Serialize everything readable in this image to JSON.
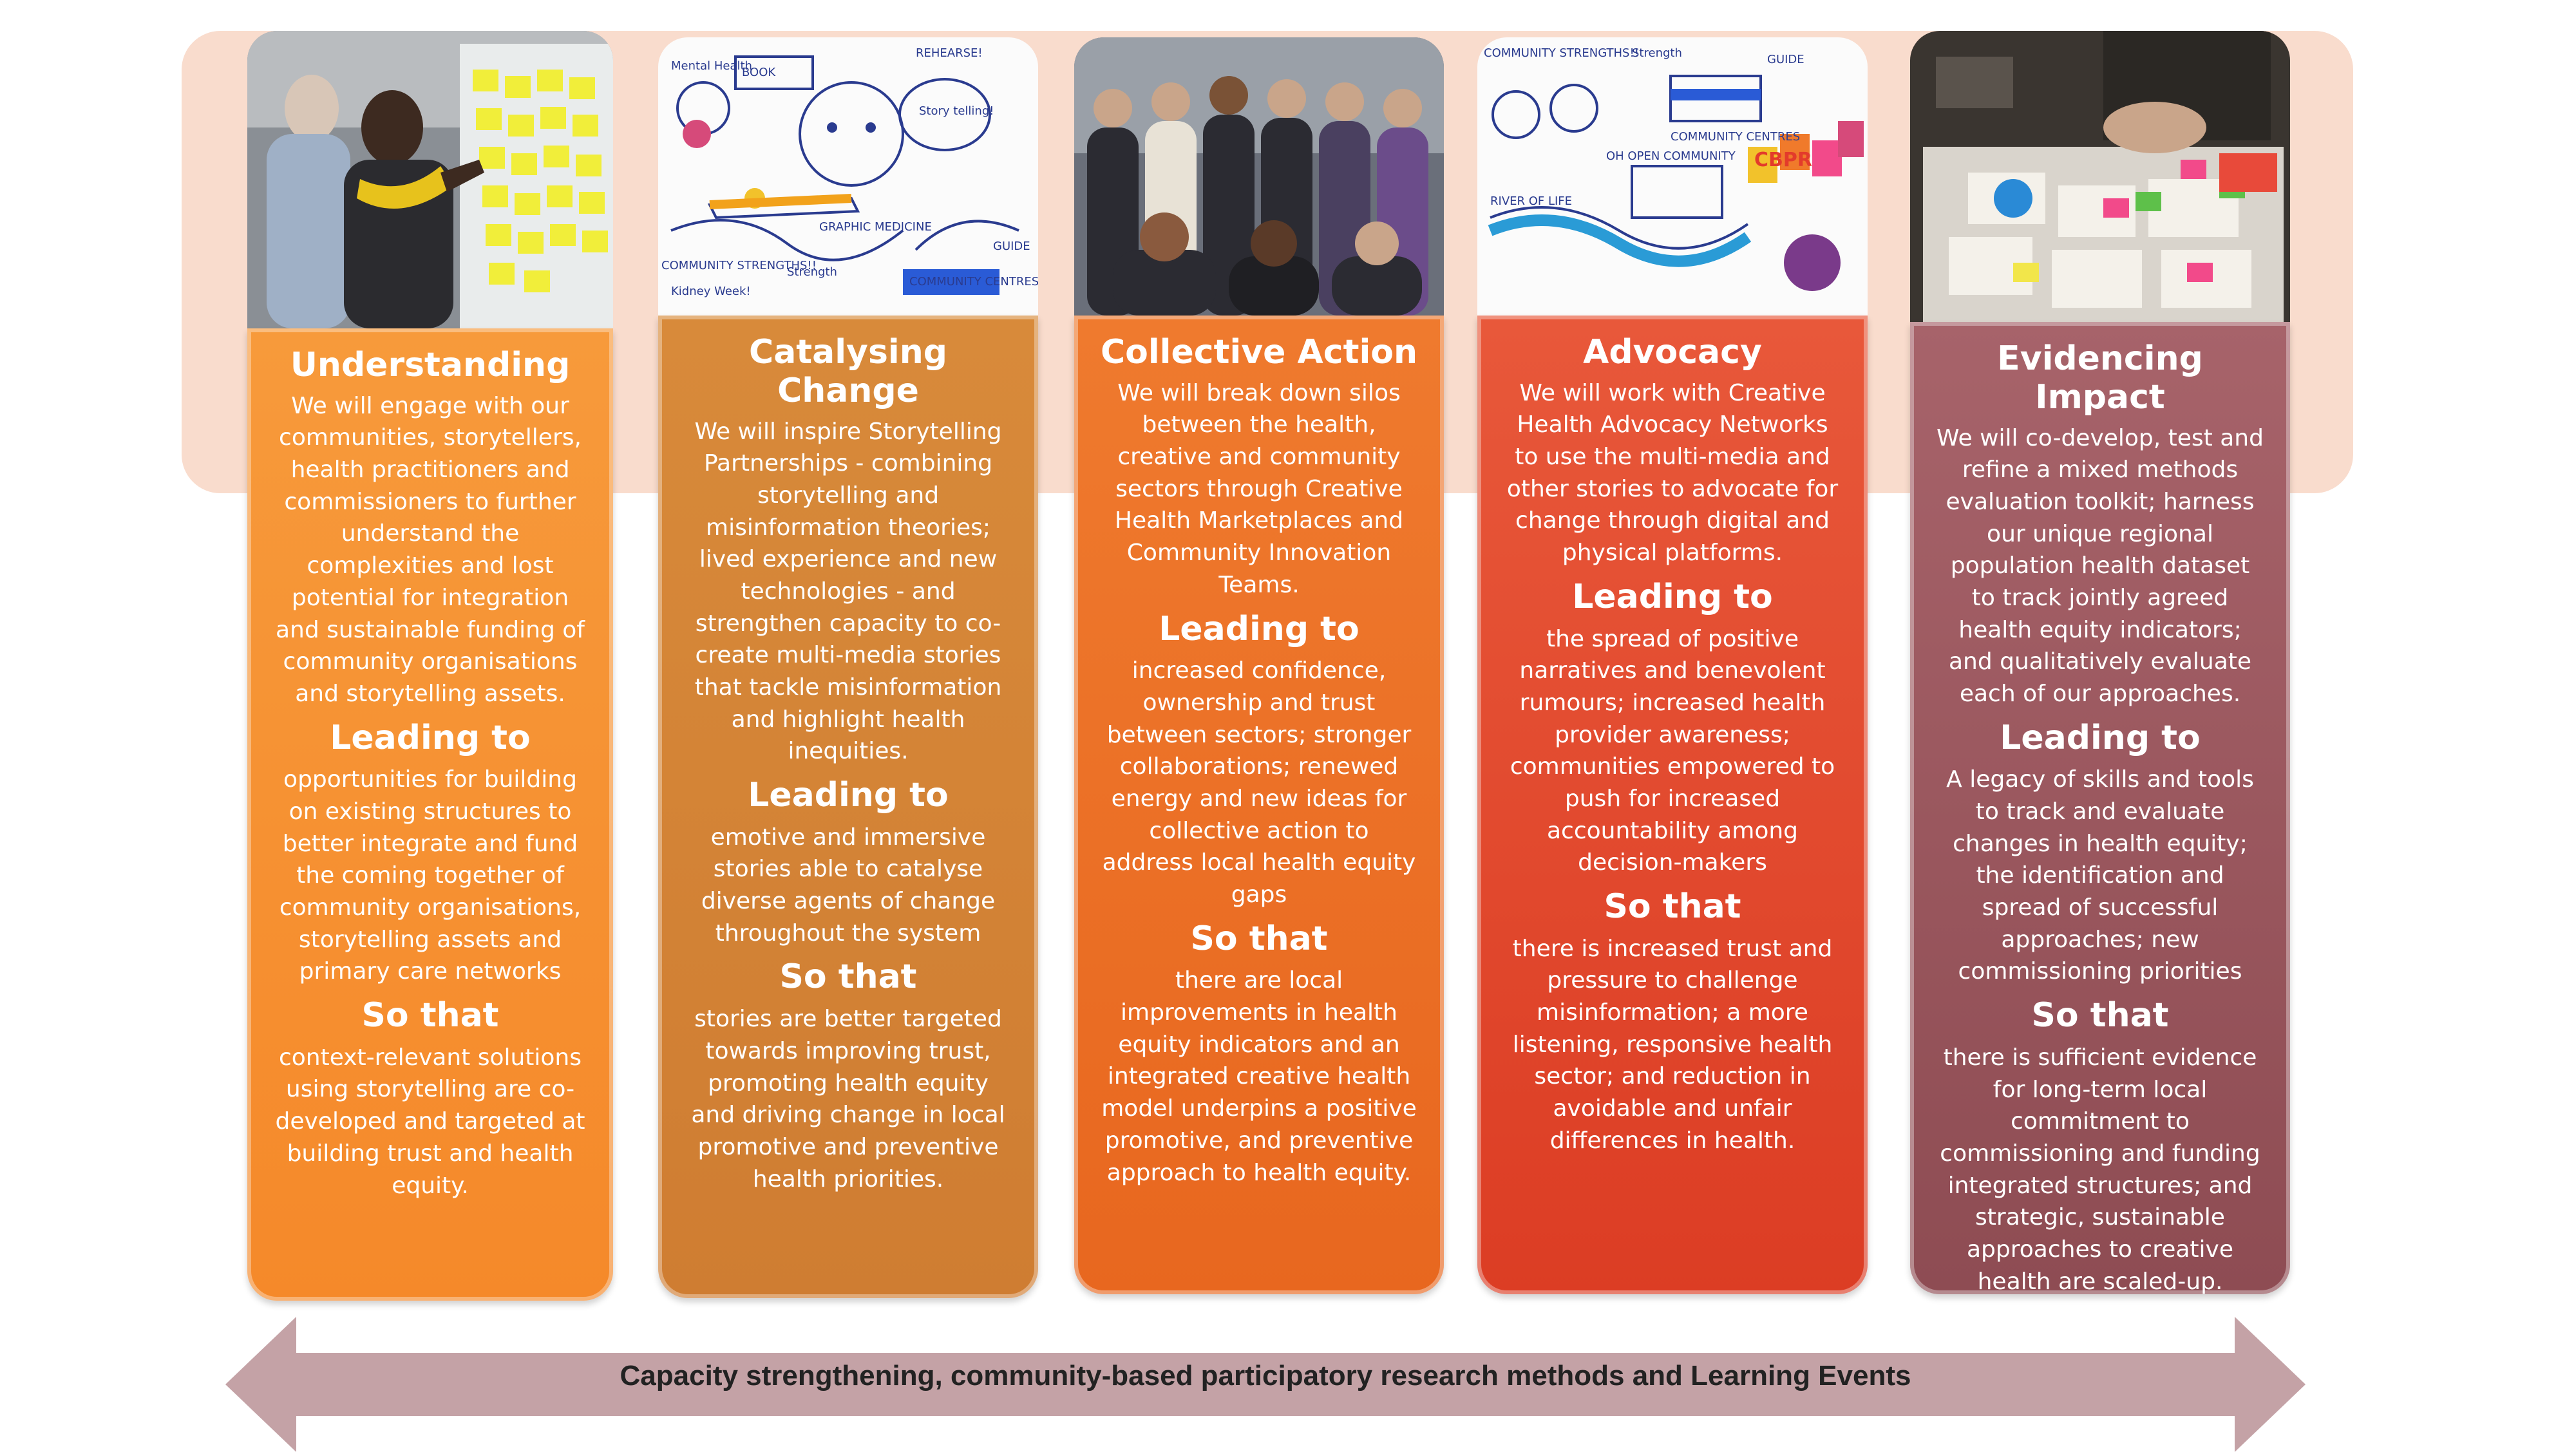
{
  "columns": [
    {
      "title": "Understanding",
      "intro": "We will engage with our communities, storytellers, health practitioners and commissioners to further understand the complexities and lost potential for integration and sustainable funding of community organisations and storytelling assets.",
      "leading_heading": "Leading to",
      "leading_text": "opportunities for building on existing structures to better integrate and fund the coming together of community organisations, storytelling assets and primary care networks",
      "sothat_heading": "So that",
      "sothat_text": "context-relevant solutions using storytelling are co-developed and targeted at building trust and health equity.",
      "photo_icon": "workshop-sticky-notes-photo"
    },
    {
      "title": "Catalysing Change",
      "intro": "We will inspire Storytelling Partnerships - combining storytelling and misinformation theories; lived experience and new technologies - and strengthen capacity to co-create multi-media stories that tackle misinformation and highlight health inequities.",
      "leading_heading": "Leading to",
      "leading_text": "emotive and immersive stories able to catalyse diverse agents of change throughout the system",
      "sothat_heading": "So that",
      "sothat_text": "stories are better targeted towards improving trust, promoting health equity and driving change in local promotive and preventive health priorities.",
      "photo_icon": "storytelling-sketch-photo",
      "photo_text": [
        "Mental Health",
        "Story telling!",
        "GRAPHIC MEDICINE",
        "COMMUNITY STRENGTHS!!",
        "Strength",
        "COMMUNITY CENTRES",
        "GUIDE",
        "BOOK",
        "REHEARSE!",
        "Kidney Week!"
      ]
    },
    {
      "title": "Collective Action",
      "intro": "We will break down silos between the health, creative and community sectors  through Creative Health Marketplaces and Community Innovation Teams.",
      "leading_heading": "Leading to",
      "leading_text": "increased confidence, ownership and trust between sectors; stronger collaborations; renewed energy and new ideas for collective action to address local health equity gaps",
      "sothat_heading": "So that",
      "sothat_text": "there are local improvements in health equity indicators and an integrated creative health model underpins a positive promotive, and preventive approach to health equity.",
      "photo_icon": "team-group-photo"
    },
    {
      "title": "Advocacy",
      "intro": "We will work with Creative Health Advocacy Networks to use the multi-media and other stories to advocate for change through digital and physical platforms.",
      "leading_heading": "Leading to",
      "leading_text": "the spread of positive narratives and benevolent rumours; increased health provider awareness; communities empowered to push for increased accountability among decision-makers",
      "sothat_heading": "So that",
      "sothat_text": "there is increased trust and pressure to challenge misinformation; a more listening, responsive health sector; and reduction in avoidable and unfair differences in health.",
      "photo_icon": "cbpr-sketch-photo",
      "photo_text": [
        "COMMUNITY STRENGTHS!!",
        "Strength",
        "COMMUNITY CENTRES",
        "GUIDE",
        "RIVER OF LIFE",
        "CBPR",
        "OH OPEN COMMUNITY"
      ]
    },
    {
      "title": "Evidencing Impact",
      "intro": "We will co-develop, test and refine a mixed methods evaluation toolkit; harness our unique regional population health dataset to track jointly agreed health equity indicators; and qualitatively evaluate each of our approaches.",
      "leading_heading": "Leading to",
      "leading_text": "A legacy of skills and tools to track and evaluate changes in health equity; the identification and spread of successful approaches; new commissioning priorities",
      "sothat_heading": "So that",
      "sothat_text": "there is sufficient evidence for long-term local commitment to commissioning and funding integrated structures; and strategic, sustainable approaches to creative health are scaled-up.",
      "photo_icon": "design-table-photo"
    }
  ],
  "arrow": {
    "label": "Capacity strengthening, community-based participatory research methods and Learning Events",
    "icon": "double-headed-arrow"
  },
  "colors": {
    "background_band": "#f9dccd",
    "understanding": "#f5892a",
    "catalysing_change": "#cf7d32",
    "collective_action": "#e8671f",
    "advocacy": "#dc3d24",
    "evidencing_impact": "#8e4c53",
    "arrow": "#c4a2a6"
  }
}
